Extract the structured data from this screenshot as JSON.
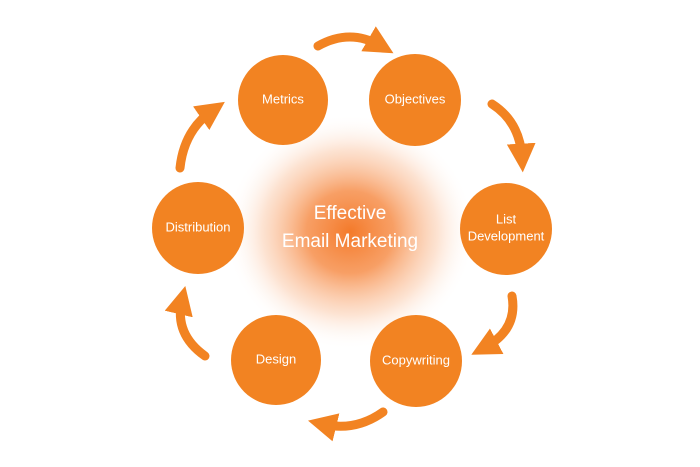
{
  "diagram": {
    "center": {
      "line1": "Effective",
      "line2": "Email Marketing"
    },
    "nodes": [
      {
        "id": "metrics",
        "lines": [
          "Metrics"
        ]
      },
      {
        "id": "objectives",
        "lines": [
          "Objectives"
        ]
      },
      {
        "id": "list-development",
        "lines": [
          "List",
          "Development"
        ]
      },
      {
        "id": "copywriting",
        "lines": [
          "Copywriting"
        ]
      },
      {
        "id": "design",
        "lines": [
          "Design"
        ]
      },
      {
        "id": "distribution",
        "lines": [
          "Distribution"
        ]
      }
    ],
    "colors": {
      "node": "#F28322",
      "node_dark": "#E8761A",
      "arrow": "#F28322",
      "glow": "#F47A2A"
    }
  }
}
